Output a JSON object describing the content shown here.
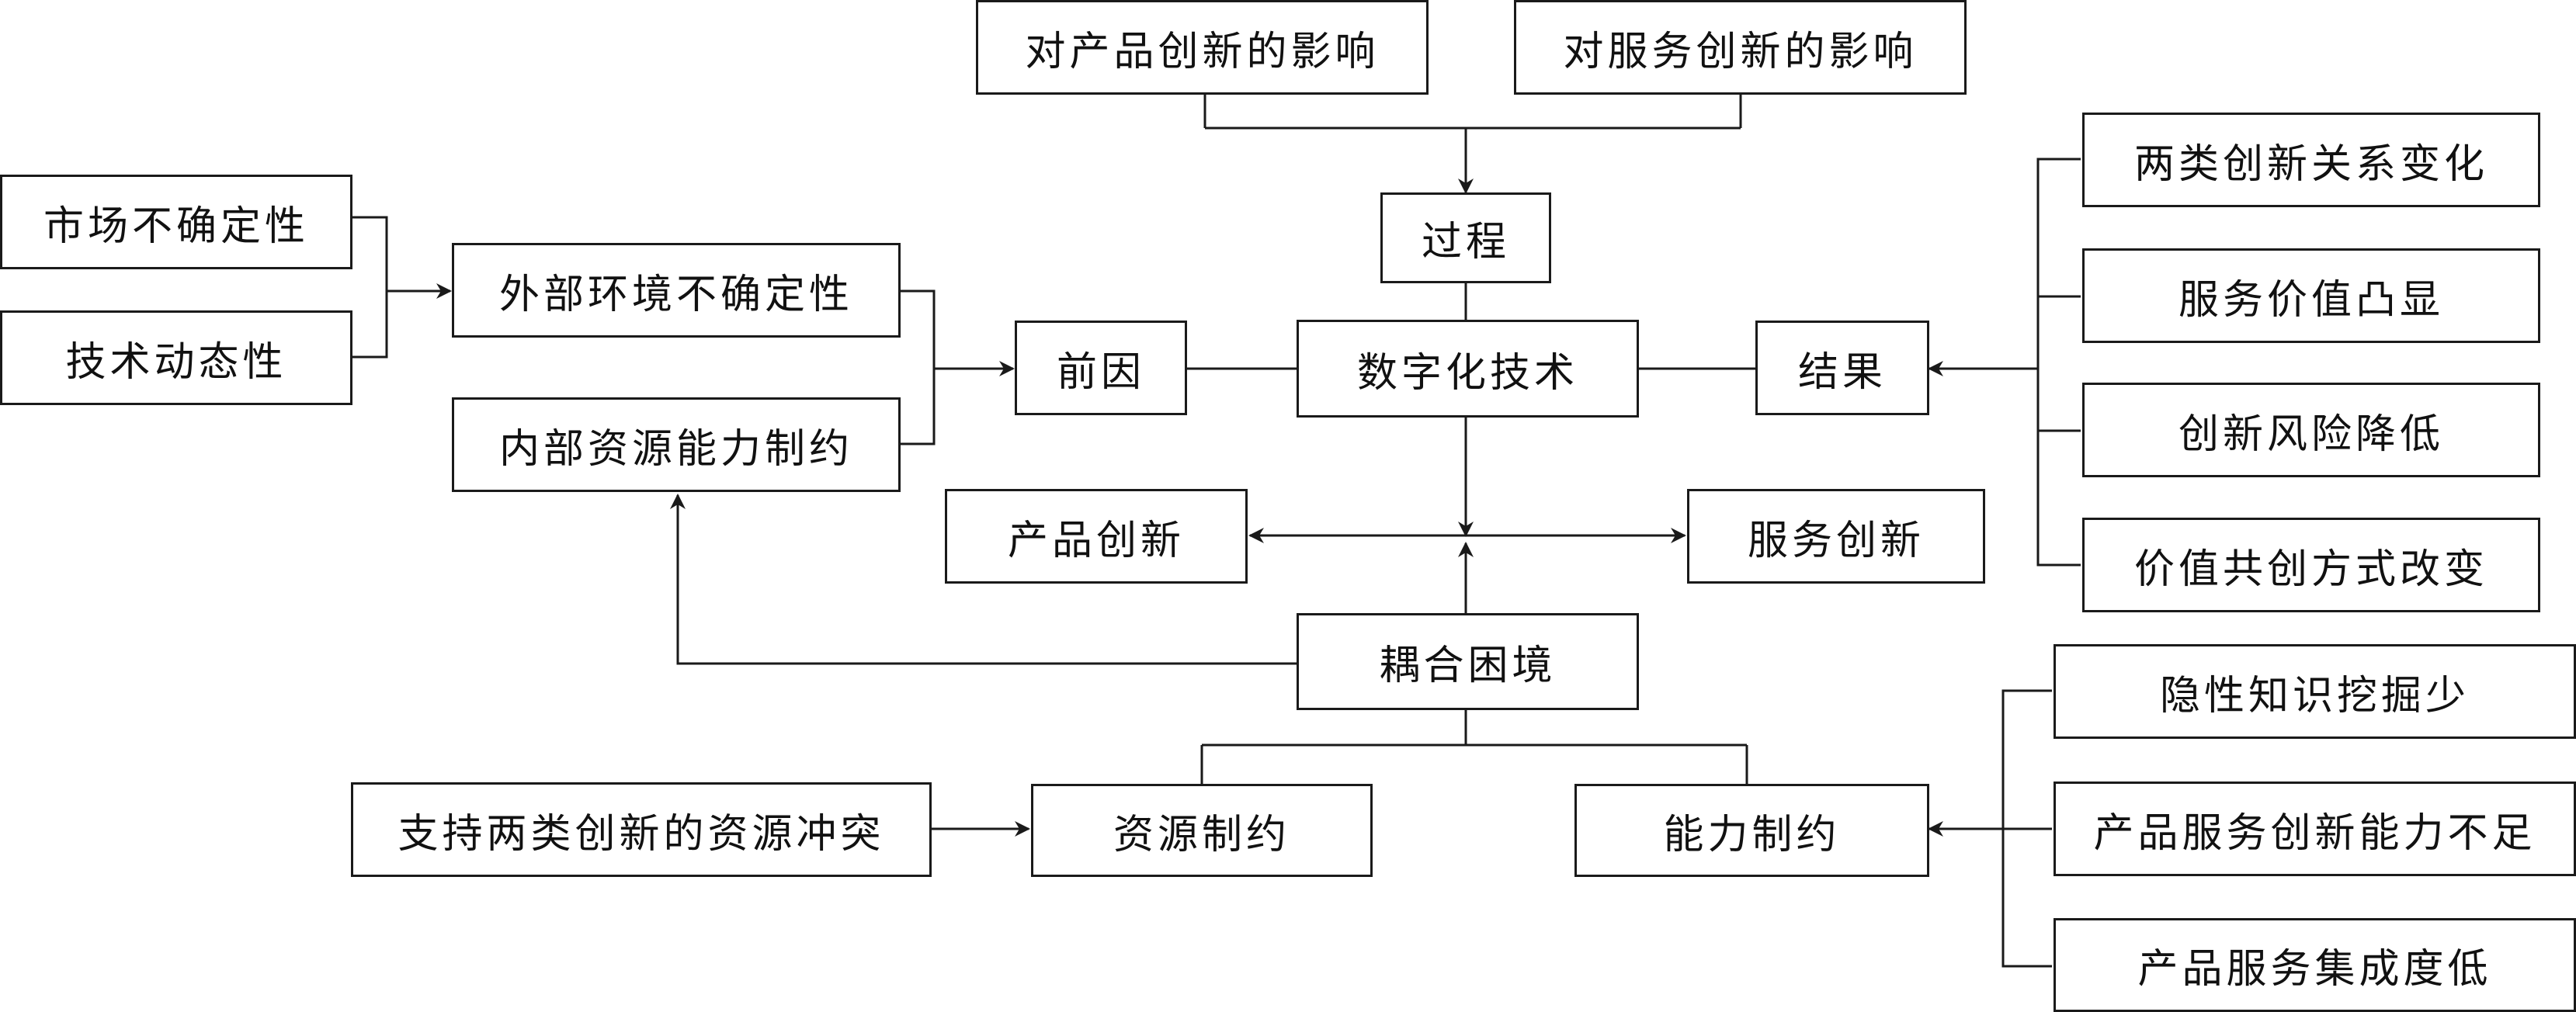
{
  "colors": {
    "line": "#1a1a1a",
    "text": "#111111",
    "box_border": "#1a1a1a"
  },
  "nodes": {
    "impact_product": "对产品创新的影响",
    "impact_service": "对服务创新的影响",
    "process": "过程",
    "market_uncertainty": "市场不确定性",
    "tech_dynamics": "技术动态性",
    "external_uncertainty": "外部环境不确定性",
    "internal_constraint": "内部资源能力制约",
    "antecedent": "前因",
    "digital_tech": "数字化技术",
    "result": "结果",
    "relation_change": "两类创新关系变化",
    "service_value": "服务价值凸显",
    "risk_lower": "创新风险降低",
    "value_cocreation": "价值共创方式改变",
    "product_innovation": "产品创新",
    "service_innovation": "服务创新",
    "coupling_dilemma": "耦合困境",
    "tacit_knowledge": "隐性知识挖掘少",
    "resource_conflict": "支持两类创新的资源冲突",
    "resource_constraint": "资源制约",
    "capability_constraint": "能力制约",
    "capability_insufficient": "产品服务创新能力不足",
    "integration_low": "产品服务集成度低"
  }
}
